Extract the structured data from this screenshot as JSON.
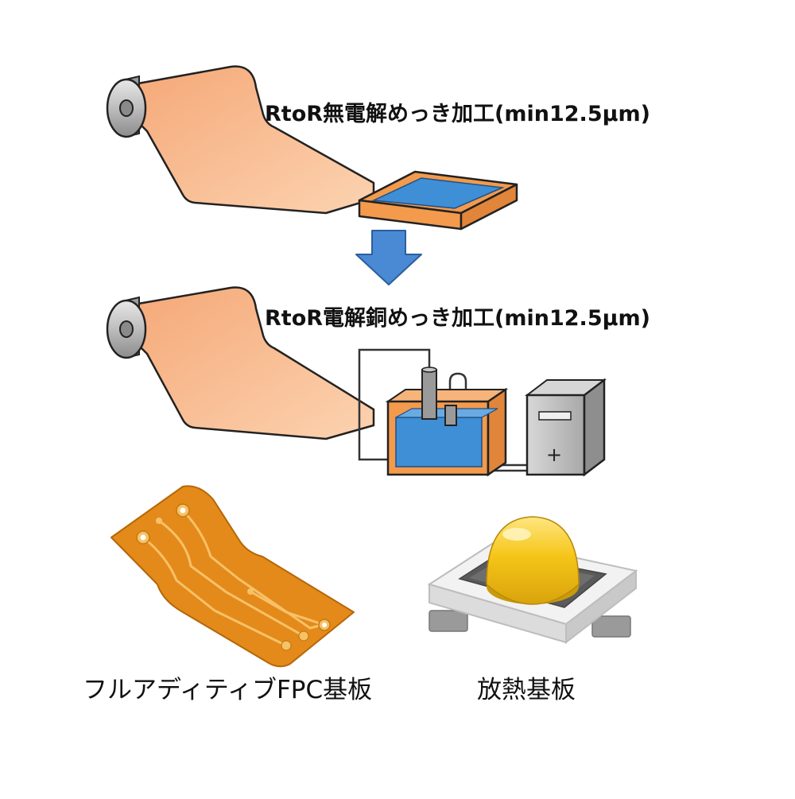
{
  "steps": [
    {
      "label": "RtoR無電解めっき加工(min12.5μm)"
    },
    {
      "label": "RtoR電解銅めっき加工(min12.5μm)"
    }
  ],
  "products": [
    {
      "label": "フルアディティブFPC基板"
    },
    {
      "label": "放熱基板"
    }
  ],
  "colors": {
    "copper_film": "#f8b98c",
    "copper_outline": "#222222",
    "bath_orange": "#f39a4c",
    "plating_blue": "#3f8fd6",
    "arrow_blue": "#4a8ad4",
    "roll_gray": "#c8c8c8",
    "fpc_orange": "#e48a1a",
    "fpc_trace": "#f7c168",
    "led_yellow": "#f5c518",
    "power_supply_gray": "#b8b8b8"
  },
  "power_supply": {
    "sign": "+"
  }
}
